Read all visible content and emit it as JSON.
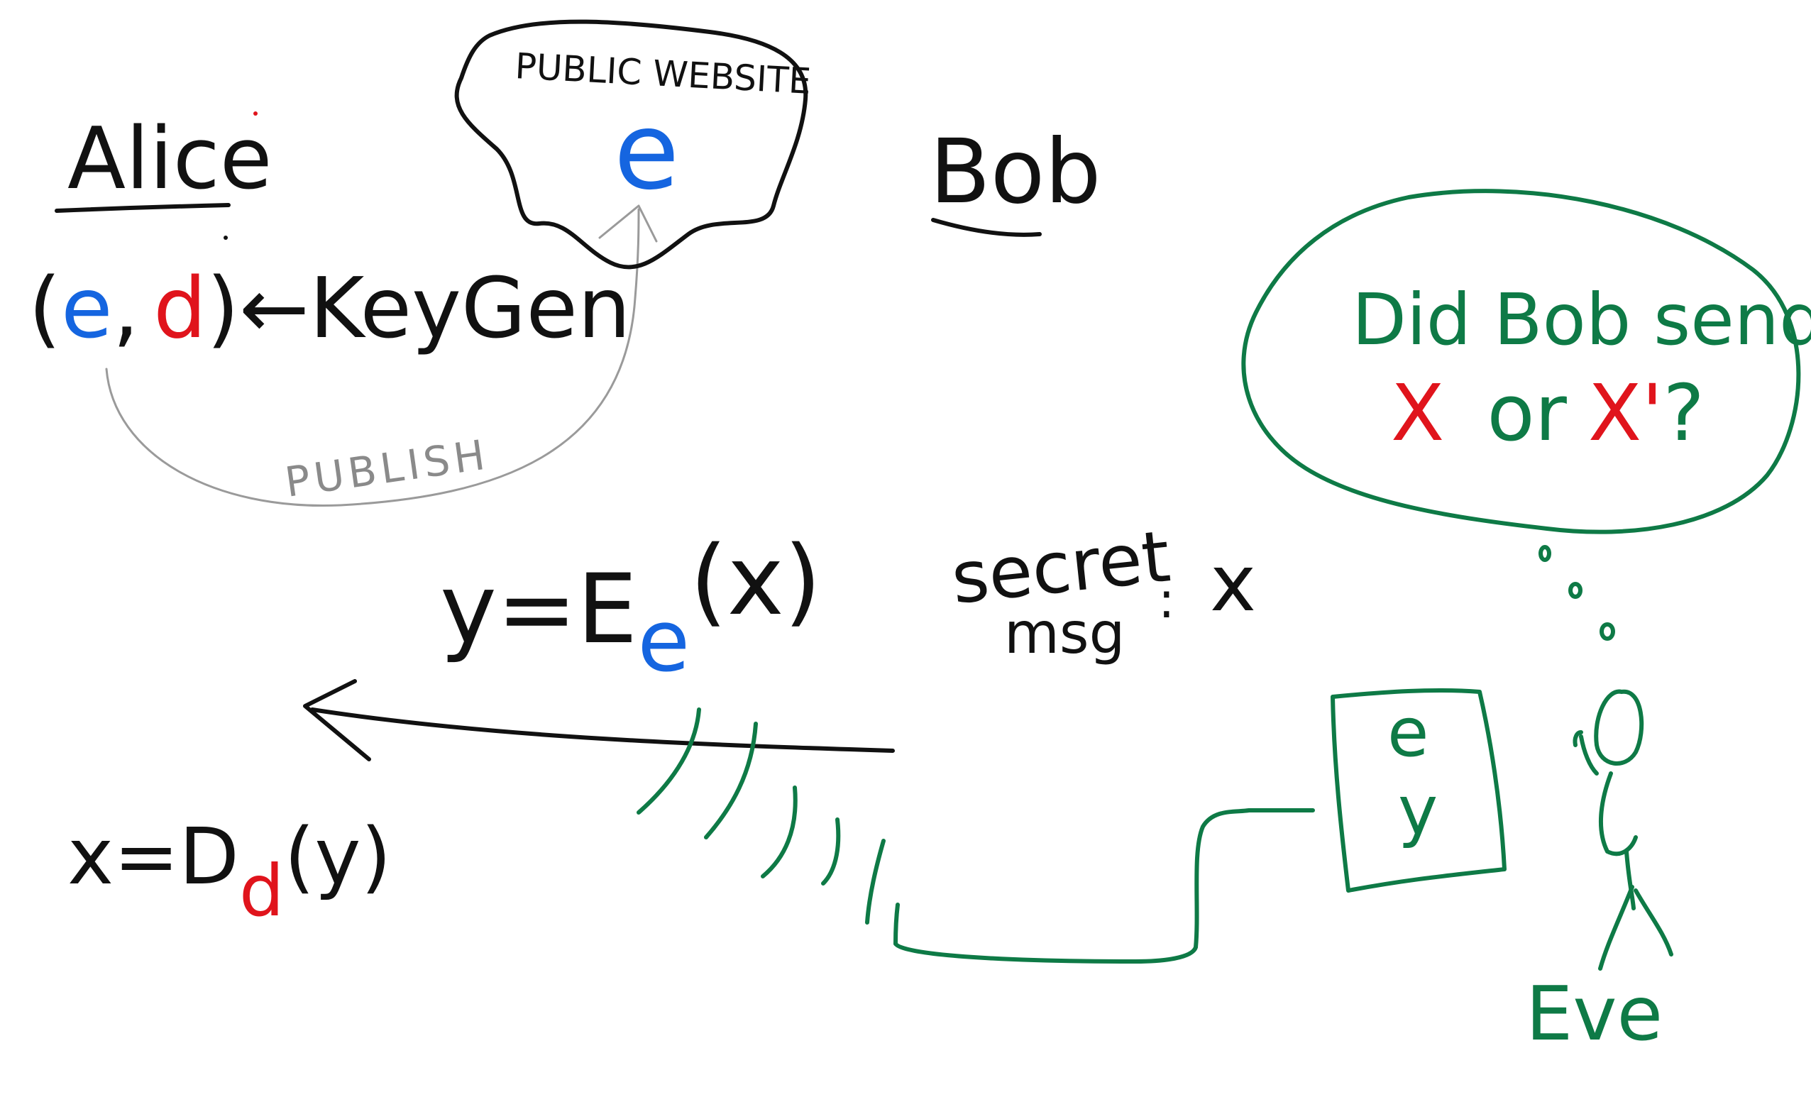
{
  "colors": {
    "black": "#111111",
    "blue": "#1565e0",
    "red": "#e0141c",
    "green": "#0e7a46",
    "gray": "#8a8a8a"
  },
  "alice": {
    "name": "Alice",
    "keygen": {
      "open": "(",
      "e": "e",
      "comma": ",",
      "d": "d",
      "rest": ")←KeyGen"
    },
    "publish_label": "PUBLISH",
    "decrypt": {
      "prefix": "x=D",
      "sub": "d",
      "suffix": "(y)"
    }
  },
  "website": {
    "label": "PUBLIC WEBSITE",
    "key": "e"
  },
  "bob": {
    "name": "Bob",
    "secret_label_line1": "secret",
    "secret_label_line2": "msg",
    "secret_colon": ":",
    "secret_var": "x",
    "encrypt": {
      "prefix": "y=E",
      "sub": "e",
      "suffix": "(x)"
    }
  },
  "eve": {
    "name": "Eve",
    "screen_line1": "e",
    "screen_line2": "y",
    "thought_line1": "Did Bob send",
    "thought_x": "X",
    "thought_or": "or",
    "thought_x2": "X'",
    "thought_q": "?"
  }
}
